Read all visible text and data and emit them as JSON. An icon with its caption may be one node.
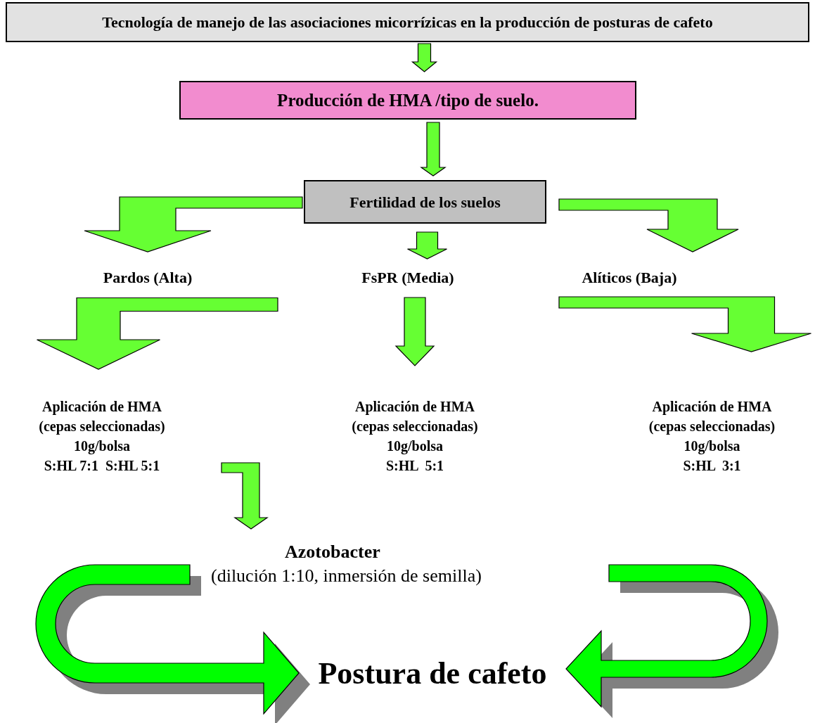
{
  "diagram": {
    "nodes": [
      {
        "text": [
          "Tecnología de manejo de las asociaciones micorrízicas en la producción de posturas de cafeto"
        ]
      },
      {
        "text": [
          "Producción de HMA /tipo de suelo."
        ]
      },
      {
        "text": [
          "Fertilidad de los suelos"
        ]
      },
      {
        "text": [
          "Pardos (Alta)"
        ]
      },
      {
        "text": [
          "FsPR (Media)"
        ]
      },
      {
        "text": [
          "Alíticos (Baja)"
        ]
      },
      {
        "text": [
          "Aplicación de HMA",
          "(cepas seleccionadas)",
          "10g/bolsa",
          "S:HL 7:1  S:HL 5:1"
        ]
      },
      {
        "text": [
          "Aplicación de HMA",
          "(cepas seleccionadas)",
          "10g/bolsa",
          "S:HL  5:1"
        ]
      },
      {
        "text": [
          "Aplicación de HMA",
          "(cepas seleccionadas)",
          "10g/bolsa",
          "S:HL  3:1"
        ]
      },
      {
        "text": [
          "Azotobacter",
          "(dilución 1:10, inmersión de semilla)"
        ]
      },
      {
        "text": [
          "Postura de cafeto"
        ]
      }
    ],
    "edges": [
      {
        "from": 0,
        "to": 1,
        "arrow": "to"
      },
      {
        "from": 1,
        "to": 2,
        "arrow": "to"
      },
      {
        "from": 2,
        "to": 3,
        "arrow": "to"
      },
      {
        "from": 2,
        "to": 4,
        "arrow": "to"
      },
      {
        "from": 2,
        "to": 5,
        "arrow": "to"
      },
      {
        "from": 3,
        "to": 6,
        "arrow": "to"
      },
      {
        "from": 4,
        "to": 7,
        "arrow": "to"
      },
      {
        "from": 5,
        "to": 8,
        "arrow": "to"
      },
      {
        "from": 6,
        "to": 9,
        "arrow": "to"
      },
      {
        "from": 9,
        "to": 10,
        "arrow": "to"
      },
      {
        "from": 9,
        "to": 10,
        "arrow": "to"
      }
    ]
  }
}
